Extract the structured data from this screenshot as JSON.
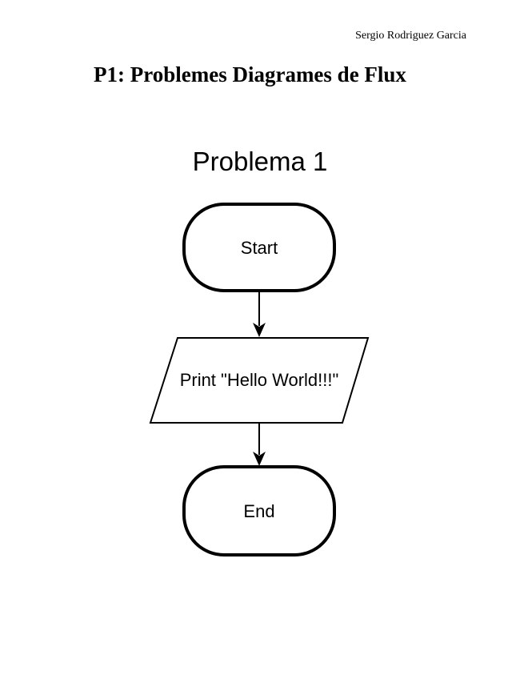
{
  "page": {
    "header_author": "Sergio Rodriguez Garcia",
    "title": "P1: Problemes Diagrames de Flux"
  },
  "flowchart": {
    "title": "Problema 1",
    "nodes": [
      {
        "id": "start",
        "type": "terminator",
        "label": "Start"
      },
      {
        "id": "print",
        "type": "input-output",
        "label": "Print \"Hello World!!!\""
      },
      {
        "id": "end",
        "type": "terminator",
        "label": "End"
      }
    ],
    "edges": [
      {
        "from": "start",
        "to": "print"
      },
      {
        "from": "print",
        "to": "end"
      }
    ],
    "colors": {
      "stroke": "#000000",
      "fill": "#ffffff",
      "text": "#000000"
    }
  }
}
